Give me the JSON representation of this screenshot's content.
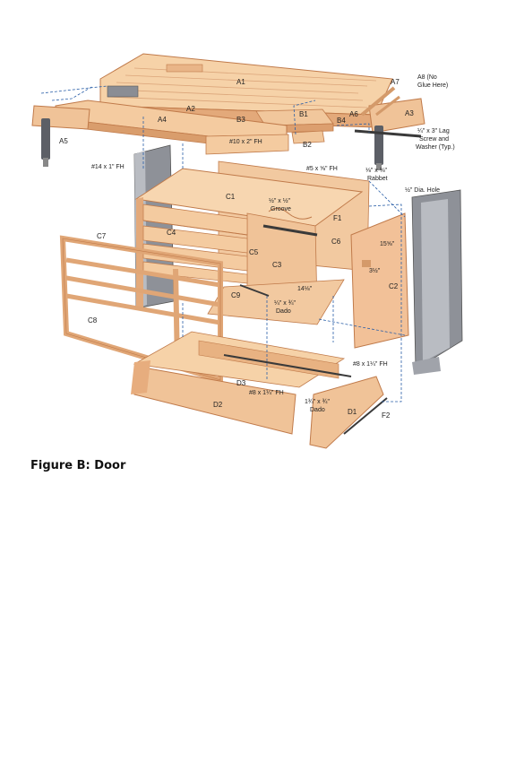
{
  "caption": "Figure B: Door",
  "labels": {
    "A1": "A1",
    "A2": "A2",
    "A3": "A3",
    "A4": "A4",
    "A5": "A5",
    "A6": "A6",
    "A7": "A7",
    "A8_line1": "A8 (No",
    "A8_line2": "Glue Here)",
    "B1": "B1",
    "B2": "B2",
    "B3": "B3",
    "B4": "B4",
    "C1": "C1",
    "C2": "C2",
    "C3": "C3",
    "C4": "C4",
    "C5": "C5",
    "C6": "C6",
    "C7": "C7",
    "C8": "C8",
    "C9": "C9",
    "D1": "D1",
    "D2": "D2",
    "D3": "D3",
    "F1": "F1",
    "F2": "F2",
    "screw_10x2": "#10 x 2\" FH",
    "screw_14x1": "#14 x 1\" FH",
    "screw_5x58": "#5 x ⅝\" FH",
    "rabbet_line1": "⅛\" x ⅜\"",
    "rabbet_line2": "Rabbet",
    "groove_line1": "½\" x ½\"",
    "groove_line2": "Groove",
    "hole": "½\" Dia. Hole",
    "lag_line1": "¼\" x 3\" Lag",
    "lag_line2": "Screw and",
    "lag_line3": "Washer (Typ.)",
    "dim_15": "15⅝\"",
    "dim_3": "3½\"",
    "dim_14": "14⅛\"",
    "dado34_line1": "¼\" x ¾\"",
    "dado34_line2": "Dado",
    "screw_8x114_a": "#8 x 1¼\" FH",
    "screw_8x114_b": "#8 x 1¼\" FH",
    "dado134_line1": "1¾\" x ¾\"",
    "dado134_line2": "Dado"
  },
  "colors": {
    "wood_light": "#f6d2a8",
    "wood_mid": "#e9b588",
    "wood_dark": "#d49a6a",
    "wood_edge": "#c07a4a",
    "metal_light": "#b9bcc2",
    "metal_dark": "#6e7178",
    "rod": "#3a3a3a",
    "dash": "#2a5fa8",
    "label": "#222222"
  }
}
